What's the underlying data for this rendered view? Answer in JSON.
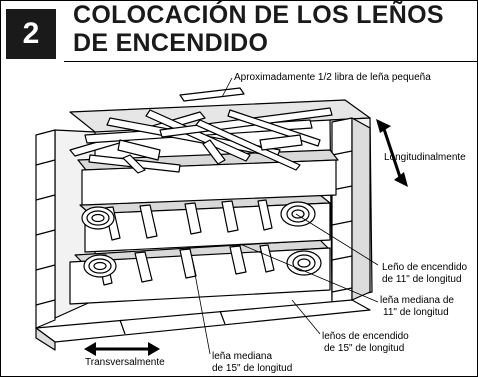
{
  "step": "2",
  "title_line1": "COLOCACIÓN DE LOS LEÑOS",
  "title_line2": "DE ENCENDIDO",
  "labels": {
    "kindling": "Aproximadamente 1/2 libra de leña pequeña",
    "lengthwise": "Longitudinalmente",
    "log11_line1": "Leño de encendido",
    "log11_line2": "de 11\" de longitud",
    "med11_line1": "leña mediana de",
    "med11_line2": "11\" de longitud",
    "log15_line1": "leños de encendido",
    "log15_line2": "de 15\" de longitud",
    "crosswise": "Transversalmente",
    "med15_line1": "leña mediana",
    "med15_line2": "de 15\" de longitud"
  }
}
